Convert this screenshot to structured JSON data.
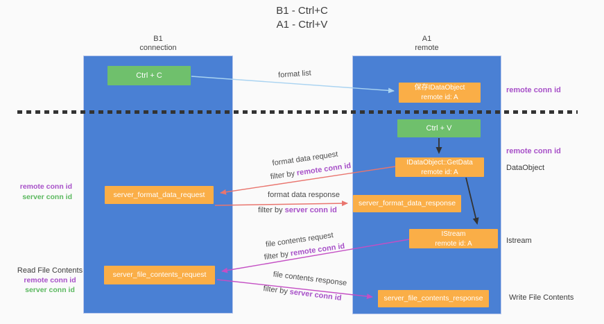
{
  "title": {
    "line1": "B1 - Ctrl+C",
    "line2": "A1 - Ctrl+V"
  },
  "lanes": {
    "left": {
      "title": "B1",
      "subtitle": "connection"
    },
    "right": {
      "title": "A1",
      "subtitle": "remote"
    }
  },
  "nodes": {
    "ctrl_c": {
      "label": "Ctrl + C"
    },
    "ctrl_v": {
      "label": "Ctrl + V"
    },
    "save_dataobject": {
      "line1": "保存IDataObject",
      "line2": "remote id: A"
    },
    "getdata": {
      "line1": "IDataObject::GetData",
      "line2": "remote id: A"
    },
    "istream": {
      "line1": "IStream",
      "line2": "remote id: A"
    },
    "server_format_data_request": {
      "label": "server_format_data_request"
    },
    "server_format_data_response": {
      "label": "server_format_data_response"
    },
    "server_file_contents_request": {
      "label": "server_file_contents_request"
    },
    "server_file_contents_response": {
      "label": "server_file_contents_response"
    }
  },
  "terms": {
    "remote_conn_id": "remote conn id",
    "server_conn_id": "server conn id",
    "filter_by": "filter by"
  },
  "annotations": {
    "dataobject": "DataObject",
    "istream": "Istream",
    "write_file_contents": "Write File Contents",
    "read_file_contents": "Read File Contents"
  },
  "arrow_labels": {
    "format_list": "format list",
    "format_data_request": "format data request",
    "format_data_response": "format data response",
    "file_contents_request": "file contents request",
    "file_contents_response": "file contents response"
  },
  "colors": {
    "background": "#fafafa",
    "lane-blue": "#4a80d4",
    "box-green": "#6fc06c",
    "box-orange": "#faae47",
    "purple": "#a750c8",
    "green-text": "#5bb85f",
    "arrow-blue": "#a9d3f1",
    "arrow-black": "#333333",
    "arrow-salmon": "#e9756e",
    "arrow-magenta": "#c44fc4",
    "text-dark": "#3c3c3c"
  }
}
